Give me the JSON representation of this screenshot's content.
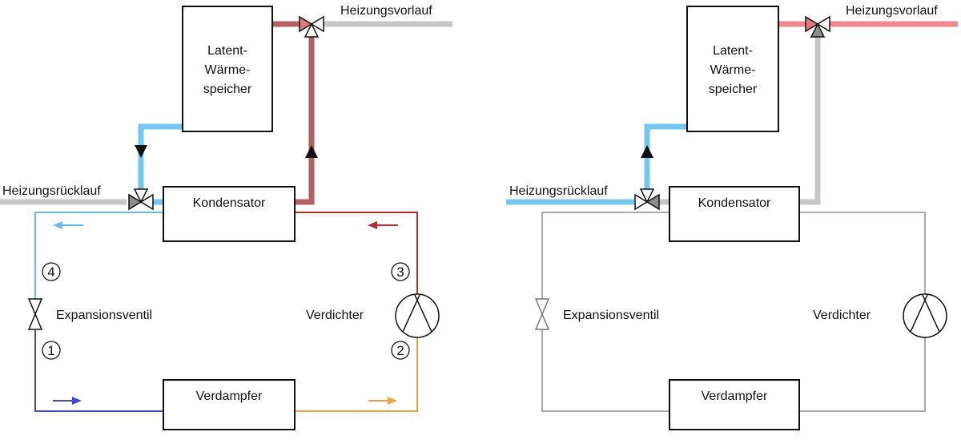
{
  "colors": {
    "cold_pipe": "#74c7ef",
    "hot_pipe_left": "#b5605e",
    "hot_pipe_right": "#f0878a",
    "grey_pipe": "#c6c6c6",
    "circuit_cold": "#65bde8",
    "circuit_hot": "#c0282b",
    "circuit_lowp": "#3f48d8",
    "circuit_orange": "#efa13a",
    "circuit_grey": "#a9a9a9",
    "outline": "#111111"
  },
  "left": {
    "storage": {
      "line1": "Latent-",
      "line2": "Wärme-",
      "line3": "speicher"
    },
    "supply_label": "Heizungsvorlauf",
    "return_label": "Heizungsrücklauf",
    "condenser": "Kondensator",
    "evaporator": "Verdampfer",
    "expansion_valve": "Expansionsventil",
    "compressor": "Verdichter",
    "points": {
      "p1": "1",
      "p2": "2",
      "p3": "3",
      "p4": "4"
    },
    "storage_flow": "charging",
    "icons": [
      "three-way-valve-icon",
      "compressor-icon",
      "expansion-valve-icon",
      "flow-arrow-icon"
    ]
  },
  "right": {
    "storage": {
      "line1": "Latent-",
      "line2": "Wärme-",
      "line3": "speicher"
    },
    "supply_label": "Heizungsvorlauf",
    "return_label": "Heizungsrücklauf",
    "condenser": "Kondensator",
    "evaporator": "Verdampfer",
    "expansion_valve": "Expansionsventil",
    "compressor": "Verdichter",
    "storage_flow": "discharging",
    "icons": [
      "three-way-valve-icon",
      "compressor-icon",
      "expansion-valve-icon",
      "flow-arrow-icon"
    ]
  }
}
